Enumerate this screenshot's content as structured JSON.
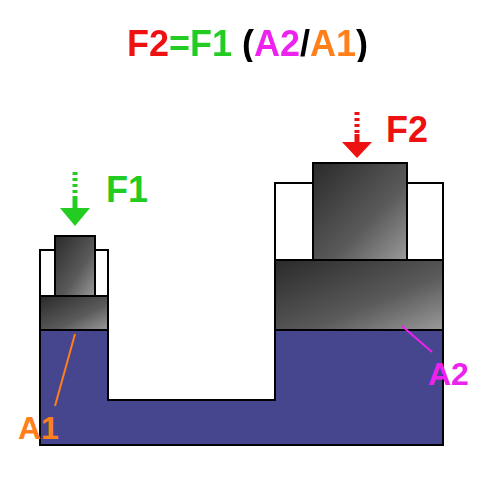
{
  "diagram": {
    "title": "F2=F1 (A2/A1)",
    "labels": [
      "F1",
      "F2",
      "A1",
      "A2"
    ]
  }
}
